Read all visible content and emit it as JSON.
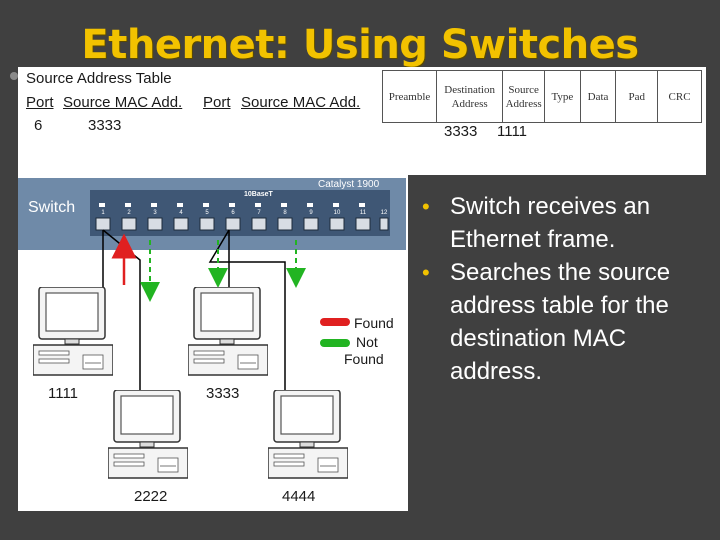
{
  "slide": {
    "title": "Ethernet: Using Switches",
    "bullets": [
      "Switch receives an Ethernet frame.",
      "Searches the source address table for the destination MAC address."
    ]
  },
  "address_table": {
    "heading": "Source Address Table",
    "col_port_1": "Port",
    "col_mac_1": "Source MAC Add.",
    "col_port_2": "Port",
    "col_mac_2": "Source MAC Add.",
    "row_port": "6",
    "row_mac": "3333"
  },
  "frame": {
    "fields": [
      "Preamble",
      "Destination Address",
      "Source Address",
      "Type",
      "Data",
      "Pad",
      "CRC"
    ],
    "destination_value": "3333",
    "source_value": "1111"
  },
  "switch": {
    "label": "Switch",
    "model": "Catalyst 1900",
    "brand": "10BaseT",
    "port_numbers": [
      "1",
      "2",
      "3",
      "4",
      "5",
      "6",
      "7",
      "8",
      "9",
      "10",
      "11",
      "12"
    ]
  },
  "hosts": [
    {
      "name": "host-1111",
      "label": "1111"
    },
    {
      "name": "host-3333",
      "label": "3333"
    },
    {
      "name": "host-2222",
      "label": "2222"
    },
    {
      "name": "host-4444",
      "label": "4444"
    }
  ],
  "legend": {
    "found_label": "Found",
    "not_found_label_1": "Not",
    "not_found_label_2": "Found",
    "found_color": "#e02020",
    "not_found_color": "#22b422"
  },
  "colors": {
    "background": "#404040",
    "title": "#f2c200",
    "bullet_text": "#ffffff"
  }
}
